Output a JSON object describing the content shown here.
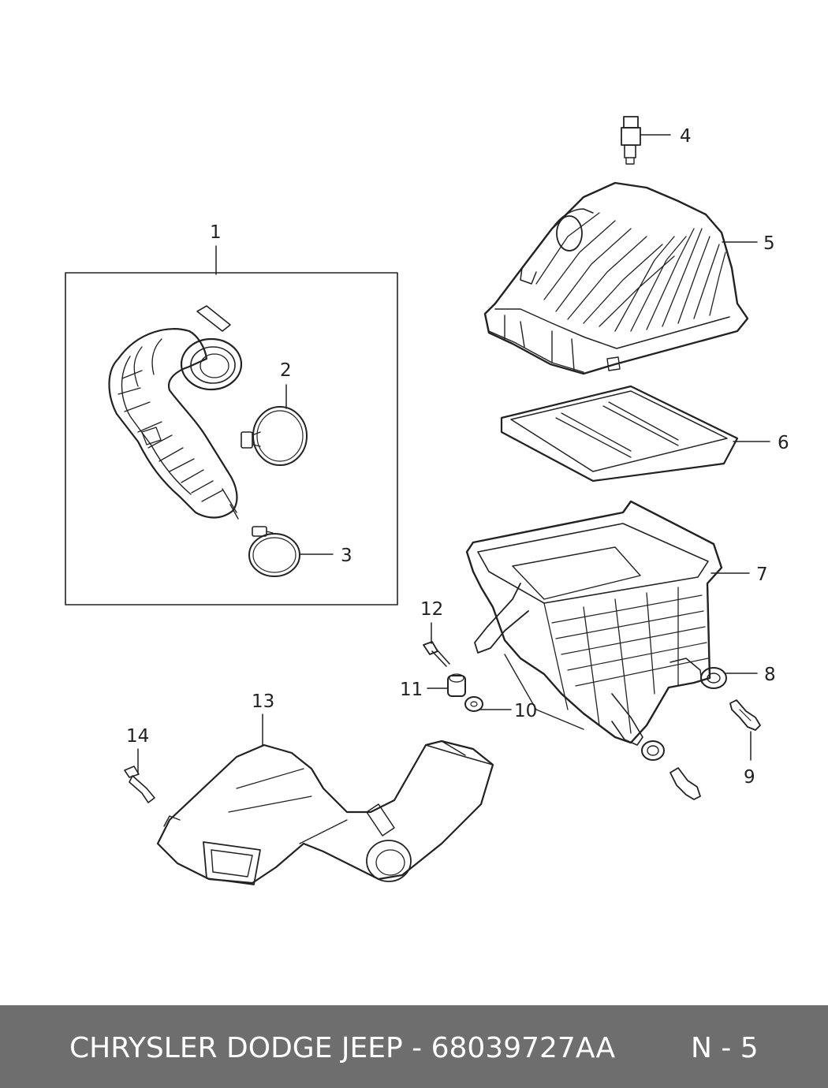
{
  "callouts": [
    "1",
    "2",
    "3",
    "4",
    "5",
    "6",
    "7",
    "8",
    "9",
    "10",
    "11",
    "12",
    "13",
    "14"
  ],
  "footer": {
    "text": "CHRYSLER DODGE JEEP - 68039727AA",
    "code": "N - 5"
  }
}
